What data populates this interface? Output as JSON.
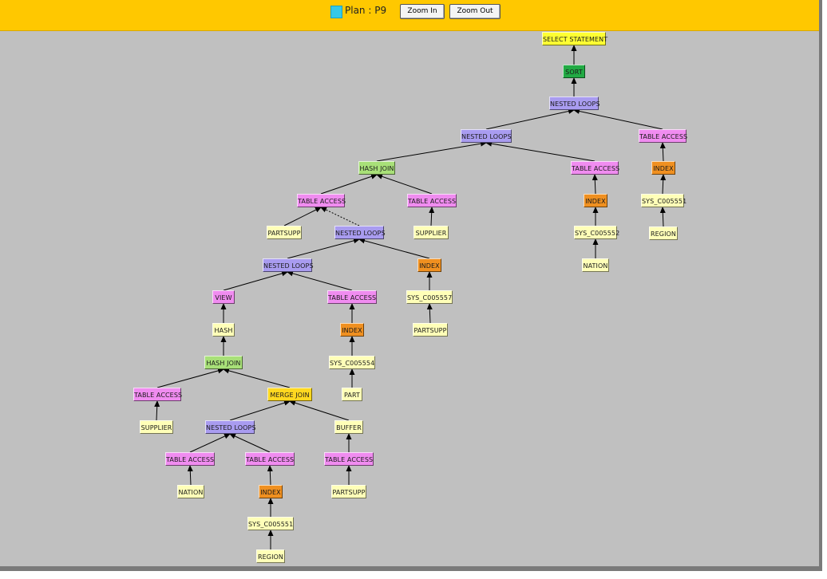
{
  "toolbar": {
    "plan_label": "Plan : P9",
    "zoom_in_label": "Zoom In",
    "zoom_out_label": "Zoom Out"
  },
  "colors": {
    "toolbar": "#ffc800",
    "background": "#c0c0c0",
    "select": "#ffff33",
    "sort": "#22aa44",
    "nested_loops": "#a99cf0",
    "table_access": "#f08cf0",
    "index": "#f09020",
    "object": "#ffffb8",
    "hash_join": "#a8e078",
    "merge_join": "#ffd820",
    "view": "#f08cf0",
    "plan_icon": "#35c8e8"
  },
  "plan": {
    "nodes": [
      {
        "id": "n1",
        "label": "SELECT STATEMENT",
        "kind": "select"
      },
      {
        "id": "n2",
        "label": "SORT",
        "kind": "sort"
      },
      {
        "id": "n3",
        "label": "NESTED LOOPS",
        "kind": "nested_loops"
      },
      {
        "id": "n4",
        "label": "NESTED LOOPS",
        "kind": "nested_loops"
      },
      {
        "id": "n5",
        "label": "TABLE ACCESS",
        "kind": "table_access"
      },
      {
        "id": "n6",
        "label": "HASH JOIN",
        "kind": "hash_join"
      },
      {
        "id": "n7",
        "label": "TABLE ACCESS",
        "kind": "table_access"
      },
      {
        "id": "n8",
        "label": "INDEX",
        "kind": "index"
      },
      {
        "id": "n9",
        "label": "TABLE ACCESS",
        "kind": "table_access"
      },
      {
        "id": "n10",
        "label": "TABLE ACCESS",
        "kind": "table_access"
      },
      {
        "id": "n11",
        "label": "INDEX",
        "kind": "index"
      },
      {
        "id": "n12",
        "label": "SYS_C005551",
        "kind": "object"
      },
      {
        "id": "n13",
        "label": "PARTSUPP",
        "kind": "object"
      },
      {
        "id": "n14",
        "label": "NESTED LOOPS",
        "kind": "nested_loops"
      },
      {
        "id": "n15",
        "label": "SUPPLIER",
        "kind": "object"
      },
      {
        "id": "n16",
        "label": "SYS_C005552",
        "kind": "object"
      },
      {
        "id": "n17",
        "label": "REGION",
        "kind": "object"
      },
      {
        "id": "n18",
        "label": "NESTED LOOPS",
        "kind": "nested_loops"
      },
      {
        "id": "n19",
        "label": "INDEX",
        "kind": "index"
      },
      {
        "id": "n20",
        "label": "NATION",
        "kind": "object"
      },
      {
        "id": "n21",
        "label": "VIEW",
        "kind": "view"
      },
      {
        "id": "n22",
        "label": "TABLE ACCESS",
        "kind": "table_access"
      },
      {
        "id": "n23",
        "label": "SYS_C005557",
        "kind": "object"
      },
      {
        "id": "n24",
        "label": "HASH",
        "kind": "object"
      },
      {
        "id": "n25",
        "label": "INDEX",
        "kind": "index"
      },
      {
        "id": "n26",
        "label": "PARTSUPP",
        "kind": "object"
      },
      {
        "id": "n27",
        "label": "HASH JOIN",
        "kind": "hash_join"
      },
      {
        "id": "n28",
        "label": "SYS_C005554",
        "kind": "object"
      },
      {
        "id": "n29",
        "label": "TABLE ACCESS",
        "kind": "table_access"
      },
      {
        "id": "n30",
        "label": "MERGE JOIN",
        "kind": "merge_join"
      },
      {
        "id": "n31",
        "label": "PART",
        "kind": "object"
      },
      {
        "id": "n32",
        "label": "SUPPLIER",
        "kind": "object"
      },
      {
        "id": "n33",
        "label": "NESTED LOOPS",
        "kind": "nested_loops"
      },
      {
        "id": "n34",
        "label": "BUFFER",
        "kind": "object"
      },
      {
        "id": "n35",
        "label": "TABLE ACCESS",
        "kind": "table_access"
      },
      {
        "id": "n36",
        "label": "TABLE ACCESS",
        "kind": "table_access"
      },
      {
        "id": "n37",
        "label": "TABLE ACCESS",
        "kind": "table_access"
      },
      {
        "id": "n38",
        "label": "NATION",
        "kind": "object"
      },
      {
        "id": "n39",
        "label": "INDEX",
        "kind": "index"
      },
      {
        "id": "n40",
        "label": "PARTSUPP",
        "kind": "object"
      },
      {
        "id": "n41",
        "label": "SYS_C005551",
        "kind": "object"
      },
      {
        "id": "n42",
        "label": "REGION",
        "kind": "object"
      }
    ],
    "edges": [
      {
        "from": "n2",
        "to": "n1"
      },
      {
        "from": "n3",
        "to": "n2"
      },
      {
        "from": "n4",
        "to": "n3"
      },
      {
        "from": "n5",
        "to": "n3"
      },
      {
        "from": "n6",
        "to": "n4"
      },
      {
        "from": "n7",
        "to": "n4"
      },
      {
        "from": "n8",
        "to": "n5"
      },
      {
        "from": "n9",
        "to": "n6"
      },
      {
        "from": "n10",
        "to": "n6"
      },
      {
        "from": "n11",
        "to": "n7"
      },
      {
        "from": "n12",
        "to": "n8"
      },
      {
        "from": "n13",
        "to": "n9"
      },
      {
        "from": "n14",
        "to": "n9",
        "dashed": true
      },
      {
        "from": "n15",
        "to": "n10"
      },
      {
        "from": "n16",
        "to": "n11"
      },
      {
        "from": "n17",
        "to": "n12"
      },
      {
        "from": "n18",
        "to": "n14"
      },
      {
        "from": "n19",
        "to": "n14"
      },
      {
        "from": "n20",
        "to": "n16"
      },
      {
        "from": "n21",
        "to": "n18"
      },
      {
        "from": "n22",
        "to": "n18"
      },
      {
        "from": "n23",
        "to": "n19"
      },
      {
        "from": "n24",
        "to": "n21"
      },
      {
        "from": "n25",
        "to": "n22"
      },
      {
        "from": "n26",
        "to": "n23"
      },
      {
        "from": "n27",
        "to": "n24"
      },
      {
        "from": "n28",
        "to": "n25"
      },
      {
        "from": "n29",
        "to": "n27"
      },
      {
        "from": "n30",
        "to": "n27"
      },
      {
        "from": "n31",
        "to": "n28"
      },
      {
        "from": "n32",
        "to": "n29"
      },
      {
        "from": "n33",
        "to": "n30"
      },
      {
        "from": "n34",
        "to": "n30"
      },
      {
        "from": "n35",
        "to": "n33"
      },
      {
        "from": "n36",
        "to": "n33"
      },
      {
        "from": "n37",
        "to": "n34"
      },
      {
        "from": "n38",
        "to": "n35"
      },
      {
        "from": "n39",
        "to": "n36"
      },
      {
        "from": "n40",
        "to": "n37"
      },
      {
        "from": "n41",
        "to": "n39"
      },
      {
        "from": "n42",
        "to": "n41"
      }
    ]
  }
}
